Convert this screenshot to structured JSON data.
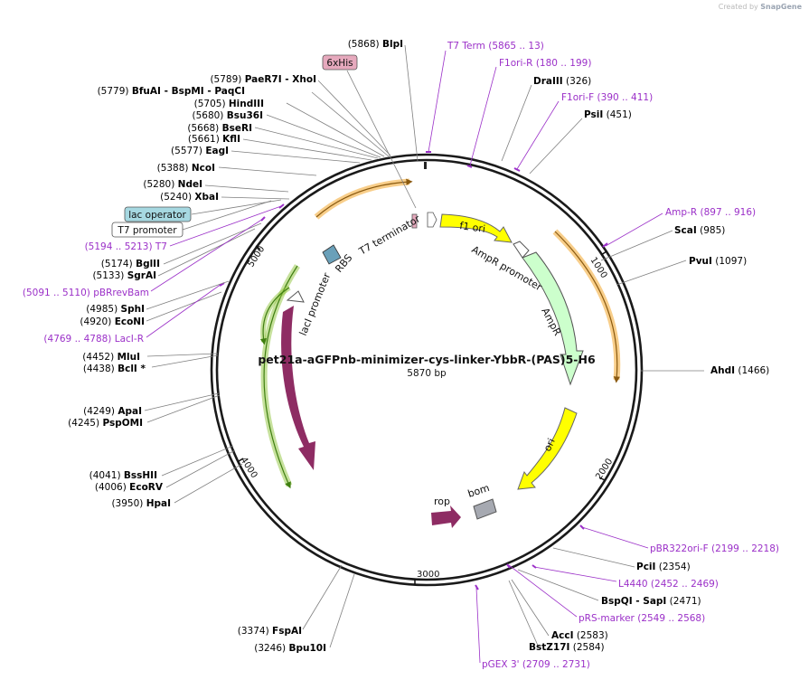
{
  "credit": {
    "prefix": "Created by",
    "brand": "SnapGene"
  },
  "map": {
    "name": "pet21a-aGFPnb-minimizer-cys-linker-YbbR-(PAS)5-H6",
    "size_label": "5870 bp"
  },
  "colors": {
    "enzyme": "#000000",
    "primer": "#9b30c8",
    "label_line": "#7f7f7f",
    "orange": "#f3a52a",
    "green": "#8ec43a",
    "lacI": "#8e2c63",
    "yellow": "#ffff00",
    "mint": "#ccffcc",
    "bom": "#a6a9b1",
    "hisbox": "#e6a9bd",
    "lacbox": "#a6d8e1"
  },
  "ticks": [
    {
      "label": "1000"
    },
    {
      "label": "2000"
    },
    {
      "label": "3000"
    },
    {
      "label": "4000"
    },
    {
      "label": "5000"
    }
  ],
  "enzymes": [
    {
      "pos": "(5868)",
      "name": "BlpI"
    },
    {
      "pos": "(5789)",
      "name": "PaeR7I   - XhoI"
    },
    {
      "pos": "(5779)",
      "name": "BfuAI   - BspMI   - PaqCI"
    },
    {
      "pos": "(5705)",
      "name": "HindIII"
    },
    {
      "pos": "(5680)",
      "name": "Bsu36I"
    },
    {
      "pos": "(5668)",
      "name": "BseRI"
    },
    {
      "pos": "(5661)",
      "name": "KflI"
    },
    {
      "pos": "(5577)",
      "name": "EagI"
    },
    {
      "pos": "(5388)",
      "name": "NcoI"
    },
    {
      "pos": "(5280)",
      "name": "NdeI"
    },
    {
      "pos": "(5240)",
      "name": "XbaI"
    },
    {
      "pos": "(5174)",
      "name": "BglII"
    },
    {
      "pos": "(5133)",
      "name": "SgrAI"
    },
    {
      "pos": "(4985)",
      "name": "SphI"
    },
    {
      "pos": "(4920)",
      "name": "EcoNI"
    },
    {
      "pos": "(4452)",
      "name": "MluI"
    },
    {
      "pos": "(4438)",
      "name": "BclI *"
    },
    {
      "pos": "(4249)",
      "name": "ApaI"
    },
    {
      "pos": "(4245)",
      "name": "PspOMI"
    },
    {
      "pos": "(4041)",
      "name": "BssHII"
    },
    {
      "pos": "(4006)",
      "name": "EcoRV"
    },
    {
      "pos": "(3950)",
      "name": "HpaI"
    },
    {
      "pos": "(3374)",
      "name": "FspAI"
    },
    {
      "pos": "(3246)",
      "name": "Bpu10I"
    },
    {
      "pos": "(326)",
      "name": "DraIII"
    },
    {
      "pos": "(451)",
      "name": "PsiI"
    },
    {
      "pos": "(985)",
      "name": "ScaI"
    },
    {
      "pos": "(1097)",
      "name": "PvuI"
    },
    {
      "pos": "(1466)",
      "name": "AhdI"
    },
    {
      "pos": "(2354)",
      "name": "PciI"
    },
    {
      "pos": "(2471)",
      "name": "BspQI   - SapI"
    },
    {
      "pos": "(2583)",
      "name": "AccI"
    },
    {
      "pos": "(2584)",
      "name": "BstZ17I"
    }
  ],
  "primers": [
    {
      "name": "T7 Term",
      "range": "(5865 .. 13)"
    },
    {
      "name": "F1ori-R",
      "range": "(180 .. 199)"
    },
    {
      "name": "F1ori-F",
      "range": "(390 .. 411)"
    },
    {
      "name": "Amp-R",
      "range": "(897 .. 916)"
    },
    {
      "name": "pBR322ori-F",
      "range": "(2199 .. 2218)"
    },
    {
      "name": "L4440",
      "range": "(2452 .. 2469)"
    },
    {
      "name": "pRS-marker",
      "range": "(2549 .. 2568)"
    },
    {
      "name": "pGEX 3'",
      "range": "(2709 .. 2731)"
    },
    {
      "name": "T7",
      "range": "(5194 .. 5213)"
    },
    {
      "name": "pBRrevBam",
      "range": "(5091 .. 5110)"
    },
    {
      "name": "LacI-R",
      "range": "(4769 .. 4788)"
    }
  ],
  "boxed": {
    "his": "6xHis",
    "lacop": "lac operator",
    "t7prom": "T7 promoter"
  },
  "features": {
    "t7term": "T7 terminator",
    "rbs": "RBS",
    "f1ori": "f1 ori",
    "amppromoter": "AmpR promoter",
    "ampr": "AmpR",
    "ori": "ori",
    "rop": "rop",
    "bom": "bom",
    "laciprom": "lacI promoter",
    "laci": "lacI"
  }
}
